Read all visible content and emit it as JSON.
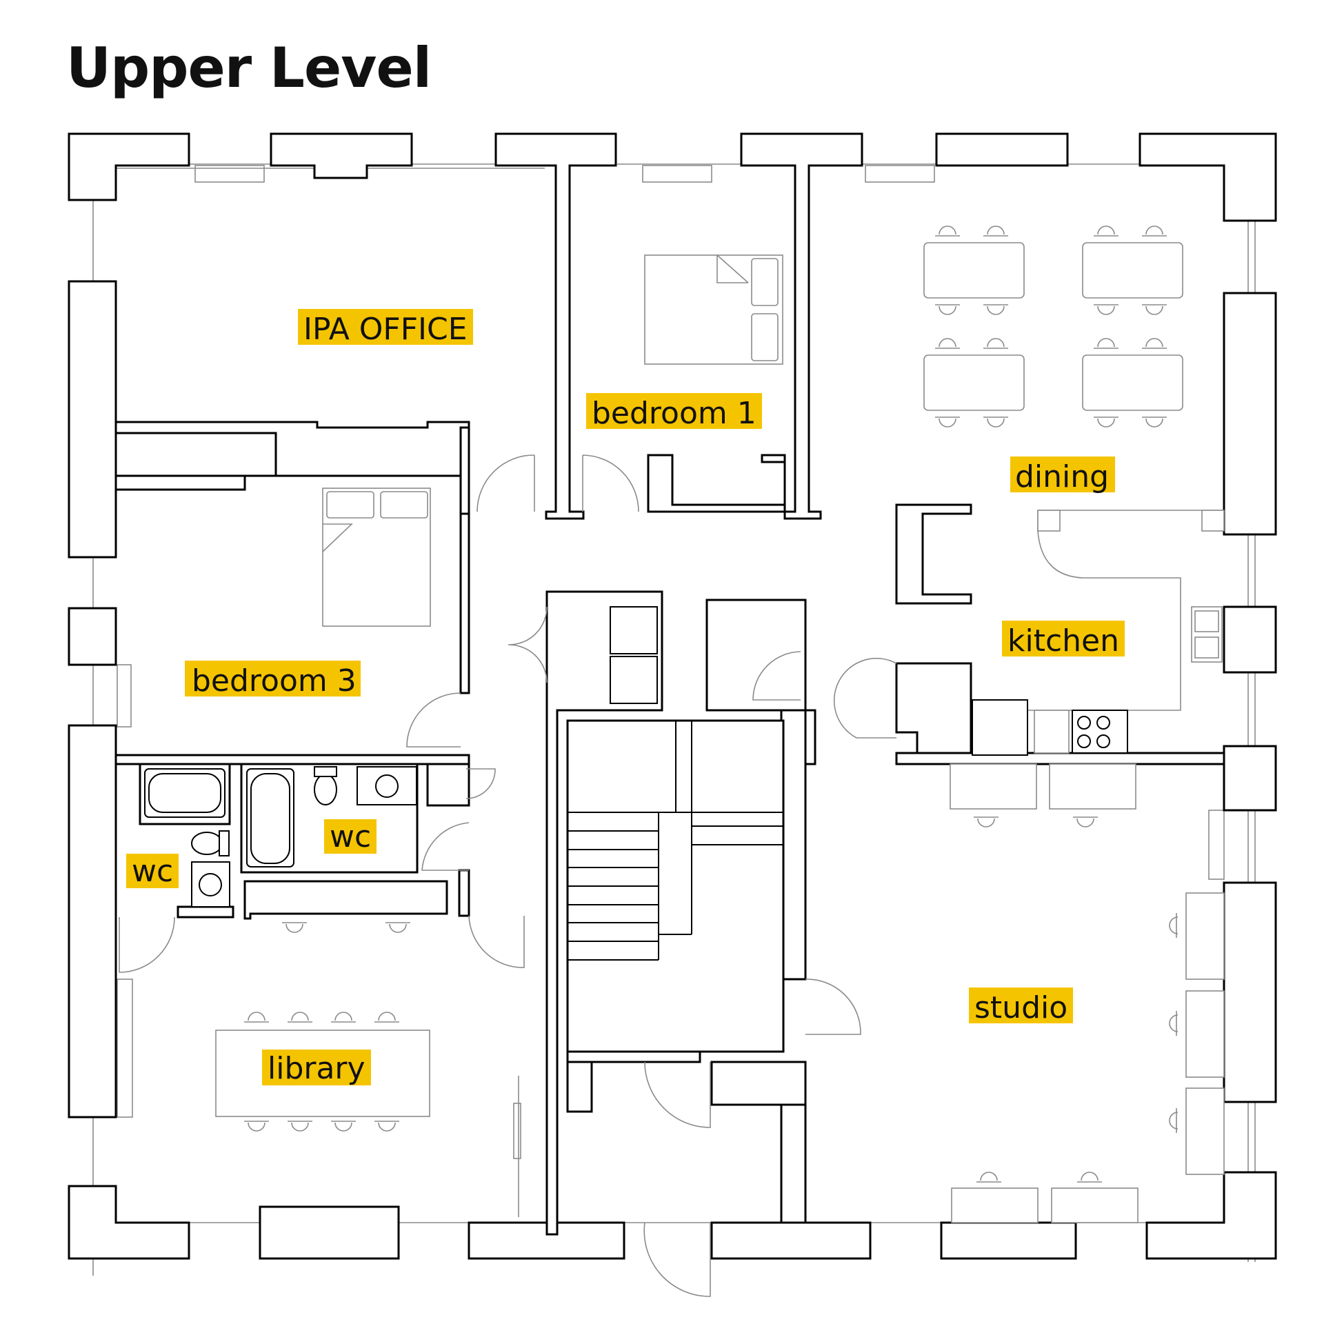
{
  "title": "Upper Level",
  "colors": {
    "label_bg": "#F5C400",
    "wall": "#000000",
    "fixture": "#8a8a8a"
  },
  "rooms": {
    "ipa_office": "IPA OFFICE",
    "bedroom_1": "bedroom 1",
    "dining": "dining",
    "bedroom_3": "bedroom 3",
    "kitchen": "kitchen",
    "wc_left": "wc",
    "wc_right": "wc",
    "studio": "studio",
    "library": "library"
  }
}
